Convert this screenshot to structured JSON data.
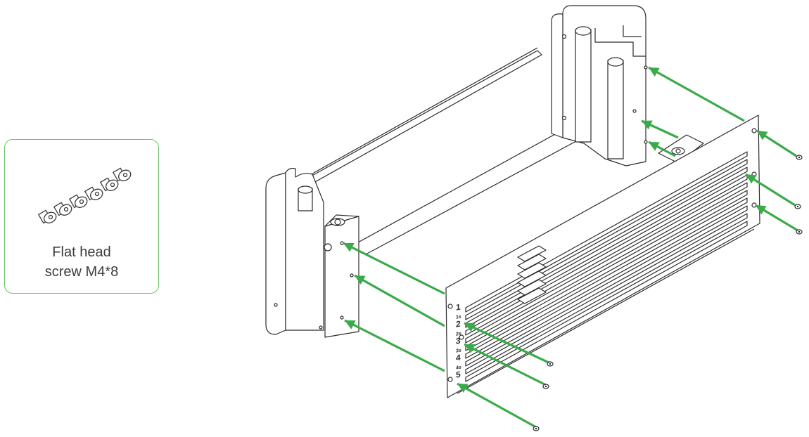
{
  "part": {
    "line1": "Flat head",
    "line2": "screw M4*8",
    "count": 6
  },
  "slot_labels": [
    "1",
    "1s",
    "2",
    "2s",
    "3",
    "3s",
    "4",
    "4s",
    "5"
  ],
  "colors": {
    "arrow": "#3aaa4a",
    "card_border": "#6cc36c",
    "line": "#2b2b2b",
    "text": "#3c3c3c"
  }
}
